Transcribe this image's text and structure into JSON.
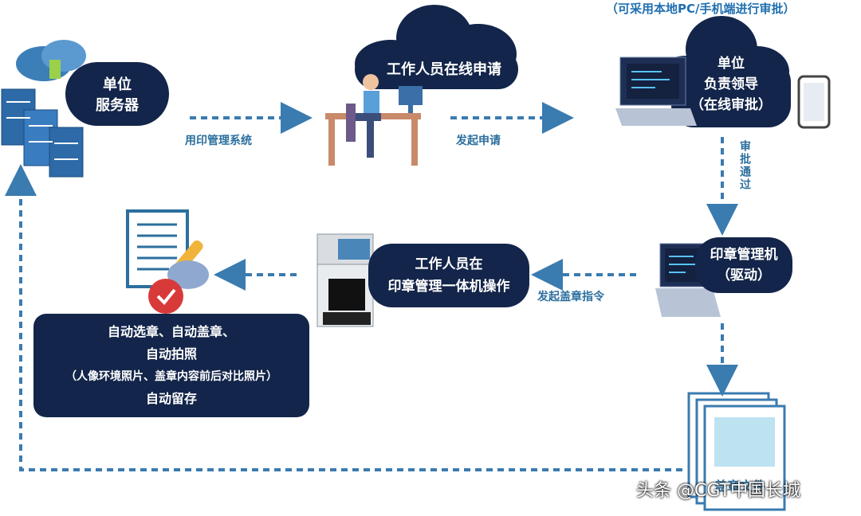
{
  "top_note": "（可采用本地PC/手机端进行审批）",
  "nodes": {
    "server": {
      "line1": "单位",
      "line2": "服务器"
    },
    "staff_online": {
      "line1": "工作人员在线申请"
    },
    "leader": {
      "line1": "单位",
      "line2": "负责领导",
      "line3": "（在线审批）"
    },
    "seal_machine": {
      "line1": "印章管理机",
      "line2": "（驱动）"
    },
    "staff_kiosk": {
      "line1": "工作人员在",
      "line2": "印章管理一体机操作"
    },
    "auto": {
      "line1": "自动选章、自动盖章、",
      "line2": "自动拍照",
      "line3": "（人像环境照片、盖章内容前后对比照片）",
      "line4": "自动留存"
    },
    "doc": {
      "label": "盖章文件"
    }
  },
  "arrows": {
    "a1": "用印管理系统",
    "a2": "发起申请",
    "a3": "审批通过",
    "a4": "发起盖章指令"
  },
  "watermark": "头条 @CGT中国长城",
  "colors": {
    "navy": "#13254a",
    "accent": "#2b6f9e",
    "dash": "#3a7bb0"
  }
}
